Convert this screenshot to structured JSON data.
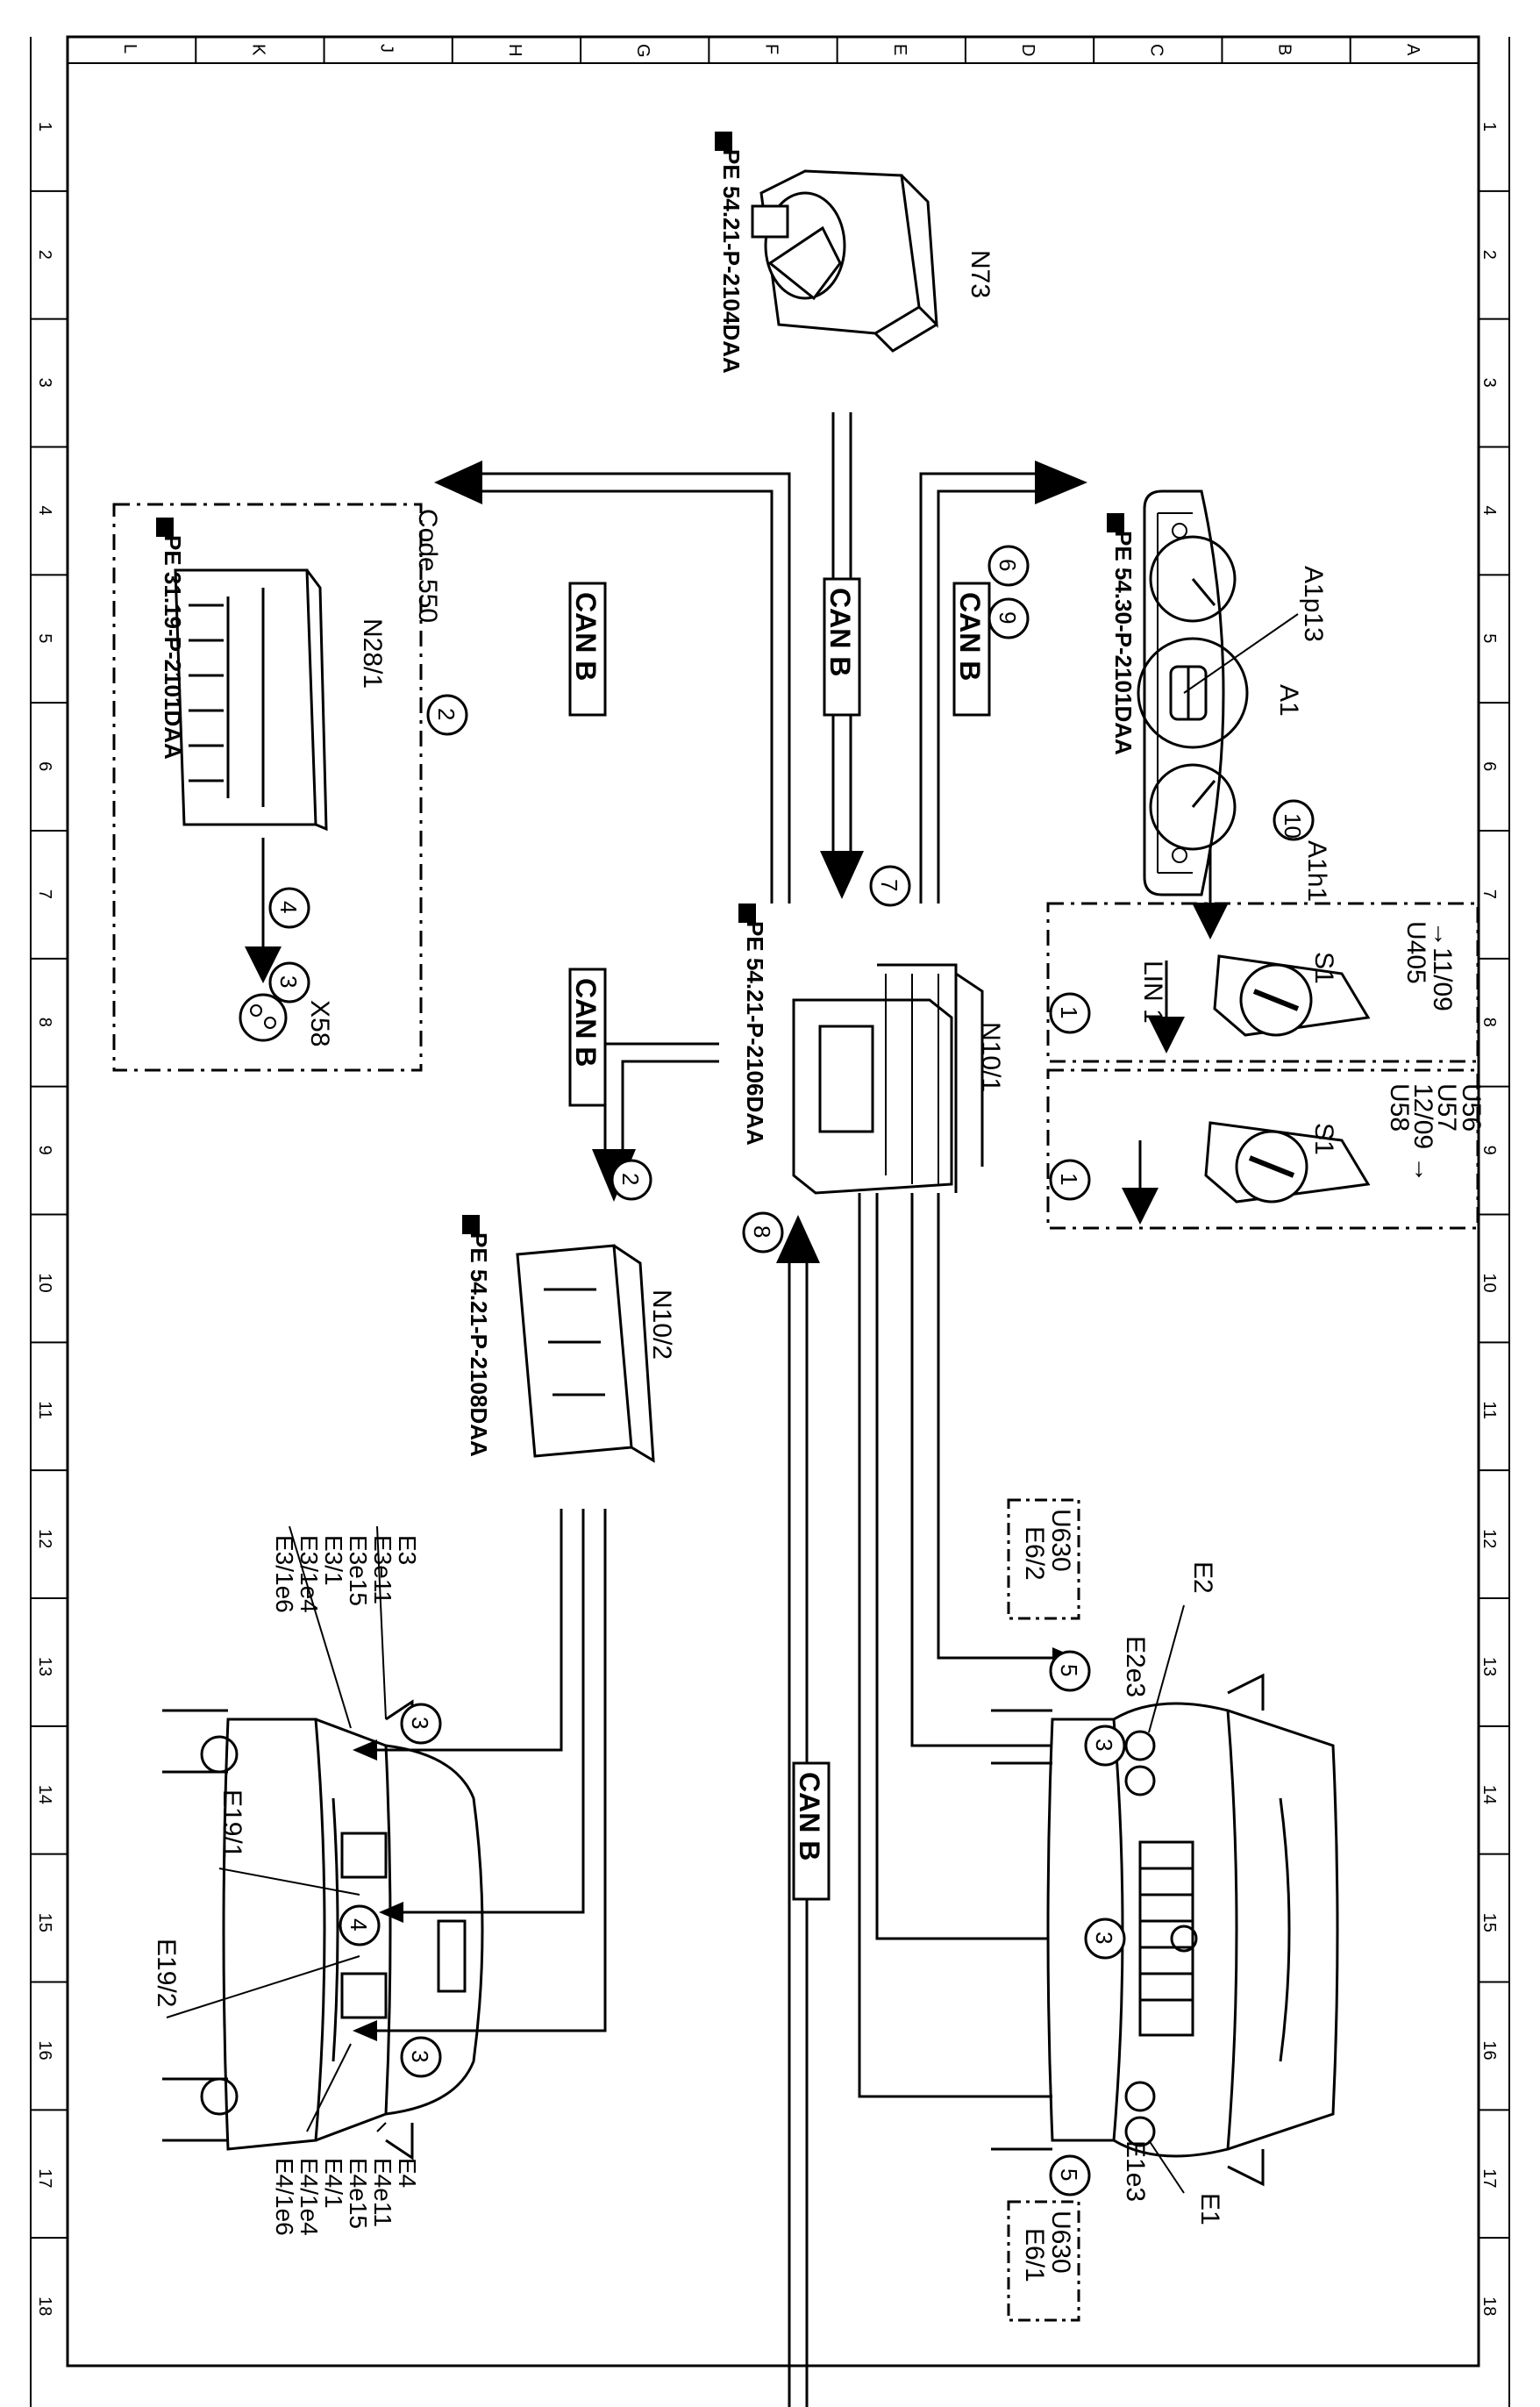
{
  "frame": {
    "columns": [
      "L",
      "K",
      "J",
      "H",
      "G",
      "F",
      "E",
      "D",
      "C",
      "B",
      "A"
    ],
    "rows": [
      "1",
      "2",
      "3",
      "4",
      "5",
      "6",
      "7",
      "8",
      "9",
      "10",
      "11",
      "12",
      "13",
      "14",
      "15",
      "16",
      "17",
      "18"
    ]
  },
  "components": {
    "n73": "N73",
    "n73_ref": "PE 54.21-P-2104DAA",
    "a1": "A1",
    "a1p13": "A1p13",
    "a1h1": "A1h1",
    "a1_ref": "PE 54.30-P-2101DAA",
    "n28_1": "N28/1",
    "n28_1_ref": "PE 31.19-P-2101DAA",
    "code_box": "Code 550",
    "x58": "X58",
    "n10_1": "N10/1",
    "n10_1_ref": "PE 54.21-P-2106DAA",
    "n10_2": "N10/2",
    "n10_2_ref": "PE 54.21-P-2108DAA",
    "s1_a": "S1",
    "s1_b": "S1",
    "lin": "LIN 1",
    "u405": "U405",
    "to_1109": "→11/09",
    "u56": "U56",
    "u57": "U57",
    "u58": "U58",
    "from_1209": "12/09 →",
    "e2": "E2",
    "e2e3": "E2e3",
    "e1": "E1",
    "e1e3": "E1e3",
    "u630_top": "U630",
    "e6_2": "E6/2",
    "u630_bot": "U630",
    "e6_1": "E6/1",
    "e19_1": "E19/1",
    "e19_2": "E19/2",
    "rear_top_labels": [
      "E3",
      "E3e11",
      "E3e15",
      "E3/1",
      "E3/1e4",
      "E3/1e6"
    ],
    "rear_bot_labels": [
      "E4",
      "E4e11",
      "E4e15",
      "E4/1",
      "E4/1e4",
      "E4/1e6"
    ]
  },
  "bus_labels": {
    "can_a": "CAN B",
    "can_b": "CAN B",
    "can_c": "CAN B",
    "can_d": "CAN B",
    "can_e": "CAN B"
  },
  "callouts": {
    "c1": "1",
    "c2": "1",
    "c3": "2",
    "c4": "2",
    "c5": "3",
    "c6": "4",
    "c7": "5",
    "c8": "5",
    "c9": "6",
    "c10": "7",
    "c11": "8",
    "c12": "9",
    "c13": "10",
    "c14": "3",
    "c15": "3",
    "c16": "3",
    "c17": "3",
    "c18": "4"
  }
}
